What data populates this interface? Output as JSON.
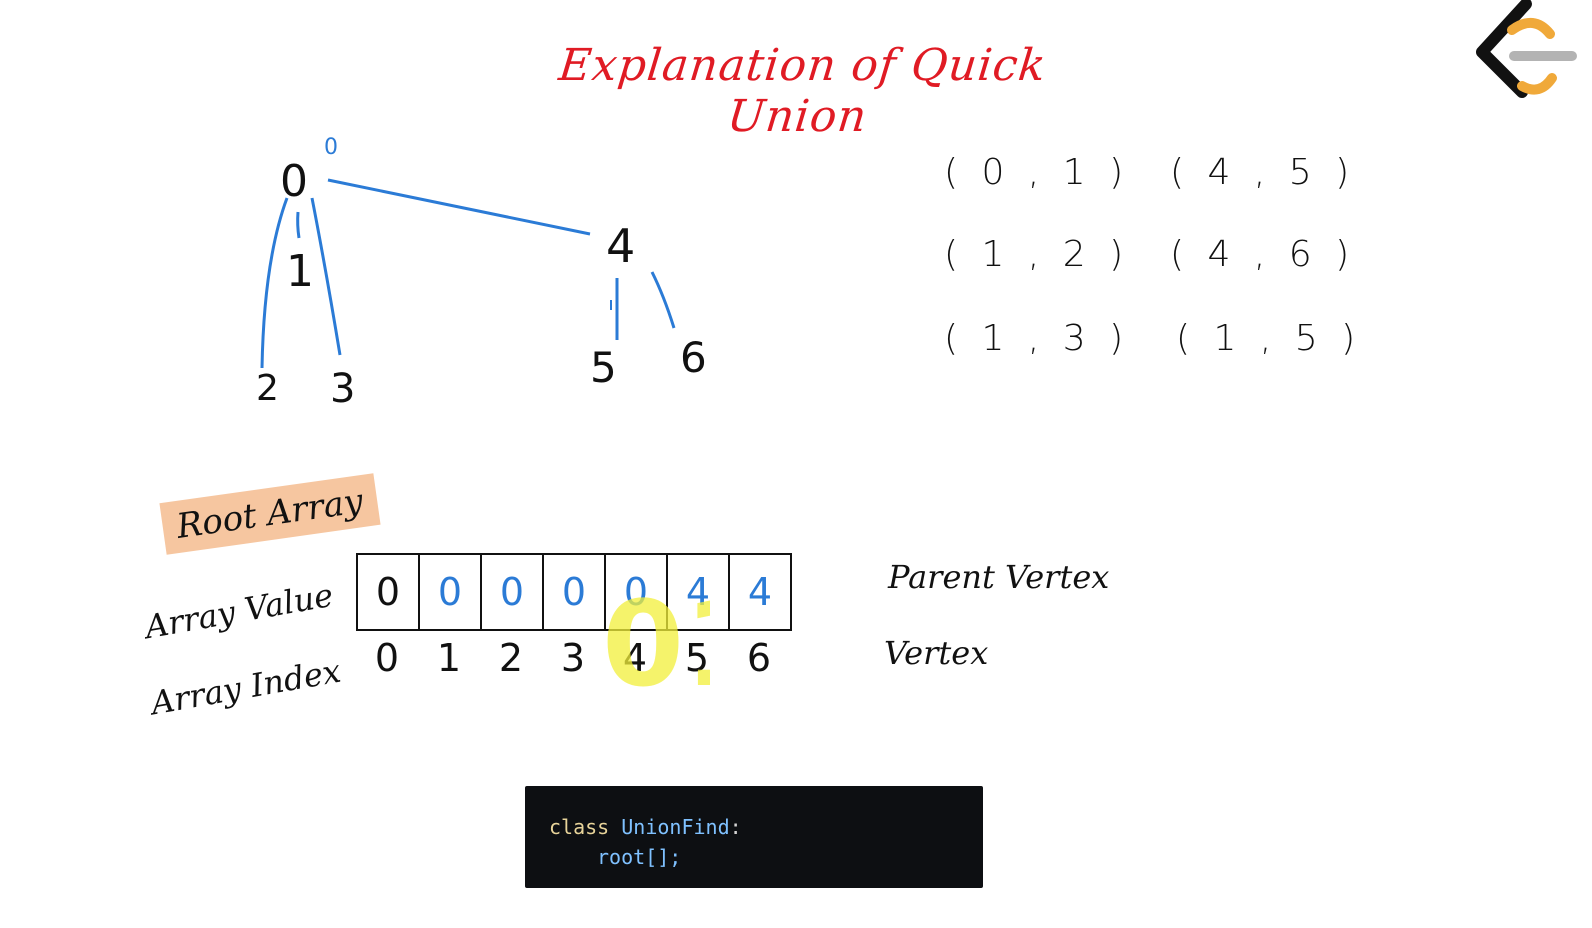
{
  "title": "Explanation of Quick Union",
  "tree": {
    "nodes": [
      "0",
      "1",
      "2",
      "3",
      "4",
      "5",
      "6"
    ],
    "annotation": "0"
  },
  "pairs": {
    "left": [
      "( 0 ,  1 )",
      "( 1 ,  2 )",
      "( 1 , 3 )"
    ],
    "right": [
      "( 4 , 5 )",
      "( 4 , 6 )",
      "( 1 , 5 )"
    ]
  },
  "labels": {
    "root_array": "Root Array",
    "array_value": "Array Value",
    "array_index": "Array Index",
    "parent_vertex": "Parent Vertex",
    "vertex": "Vertex"
  },
  "root_array": {
    "values": [
      "0",
      "0",
      "0",
      "0",
      "0",
      "4",
      "4"
    ],
    "indices": [
      "0",
      "1",
      "2",
      "3",
      "4",
      "5",
      "6"
    ],
    "value_colors": [
      "#111111",
      "#2b7bd6",
      "#2b7bd6",
      "#2b7bd6",
      "#2b7bd6",
      "#2b7bd6",
      "#2b7bd6"
    ],
    "highlight_text": "01"
  },
  "code": {
    "keyword": "class",
    "class_name": "UnionFind",
    "colon": ":",
    "field": "root[];"
  },
  "colors": {
    "title": "#e01b24",
    "edge_blue": "#2b7bd6",
    "highlight": "#f2ef3a",
    "root_label_bg": "#f6c6a0",
    "code_bg": "#0d0f12",
    "logo_black": "#111111",
    "logo_orange": "#f0a93a",
    "logo_gray": "#b3b3b3"
  }
}
